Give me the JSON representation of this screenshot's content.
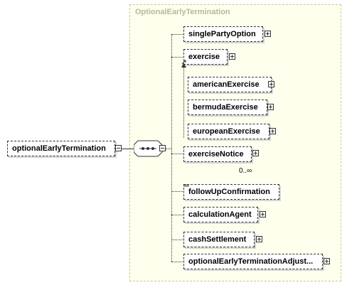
{
  "diagram": {
    "type_name": "OptionalEarlyTermination",
    "root_element": "optionalEarlyTermination",
    "elements": [
      {
        "label": "singlePartyOption",
        "expandable": true
      },
      {
        "label": "exercise",
        "expandable": true,
        "substitution_group": true
      },
      {
        "label": "americanExercise",
        "expandable": true
      },
      {
        "label": "bermudaExercise",
        "expandable": true
      },
      {
        "label": "europeanExercise",
        "expandable": true
      },
      {
        "label": "exerciseNotice",
        "expandable": true,
        "occurrence": "0..∞"
      },
      {
        "label": "followUpConfirmation",
        "expandable": false
      },
      {
        "label": "calculationAgent",
        "expandable": true
      },
      {
        "label": "cashSettlement",
        "expandable": true
      },
      {
        "label": "optionalEarlyTerminationAdjust...",
        "expandable": true
      }
    ],
    "occurrence_label": "0..∞",
    "colors": {
      "type_background": "#ffffee",
      "type_border": "#c9c98d",
      "type_title": "#b8b899",
      "line": "#333333"
    }
  }
}
